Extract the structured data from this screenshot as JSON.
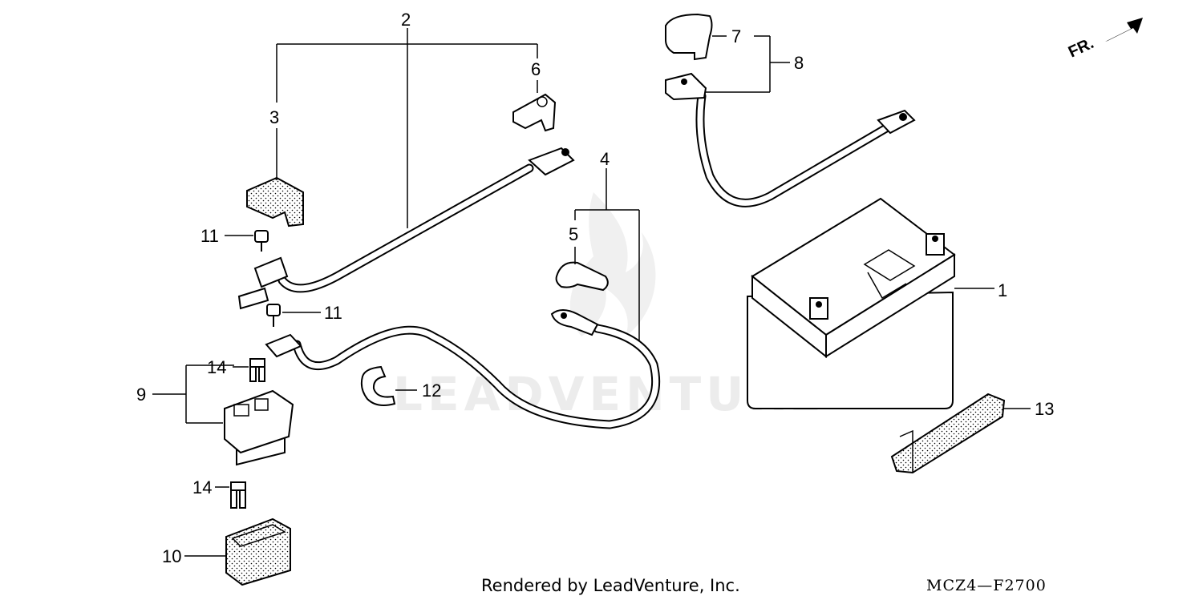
{
  "diagram": {
    "callouts": {
      "c1": "1",
      "c2": "2",
      "c3": "3",
      "c4": "4",
      "c5": "5",
      "c6": "6",
      "c7": "7",
      "c8": "8",
      "c9": "9",
      "c10": "10",
      "c11a": "11",
      "c11b": "11",
      "c12": "12",
      "c13": "13",
      "c14a": "14",
      "c14b": "14"
    },
    "direction_label": "FR.",
    "watermark": "LEADVENTURE",
    "footer_credit": "Rendered by LeadVenture, Inc.",
    "diagram_code": "MCZ4—F2700"
  }
}
